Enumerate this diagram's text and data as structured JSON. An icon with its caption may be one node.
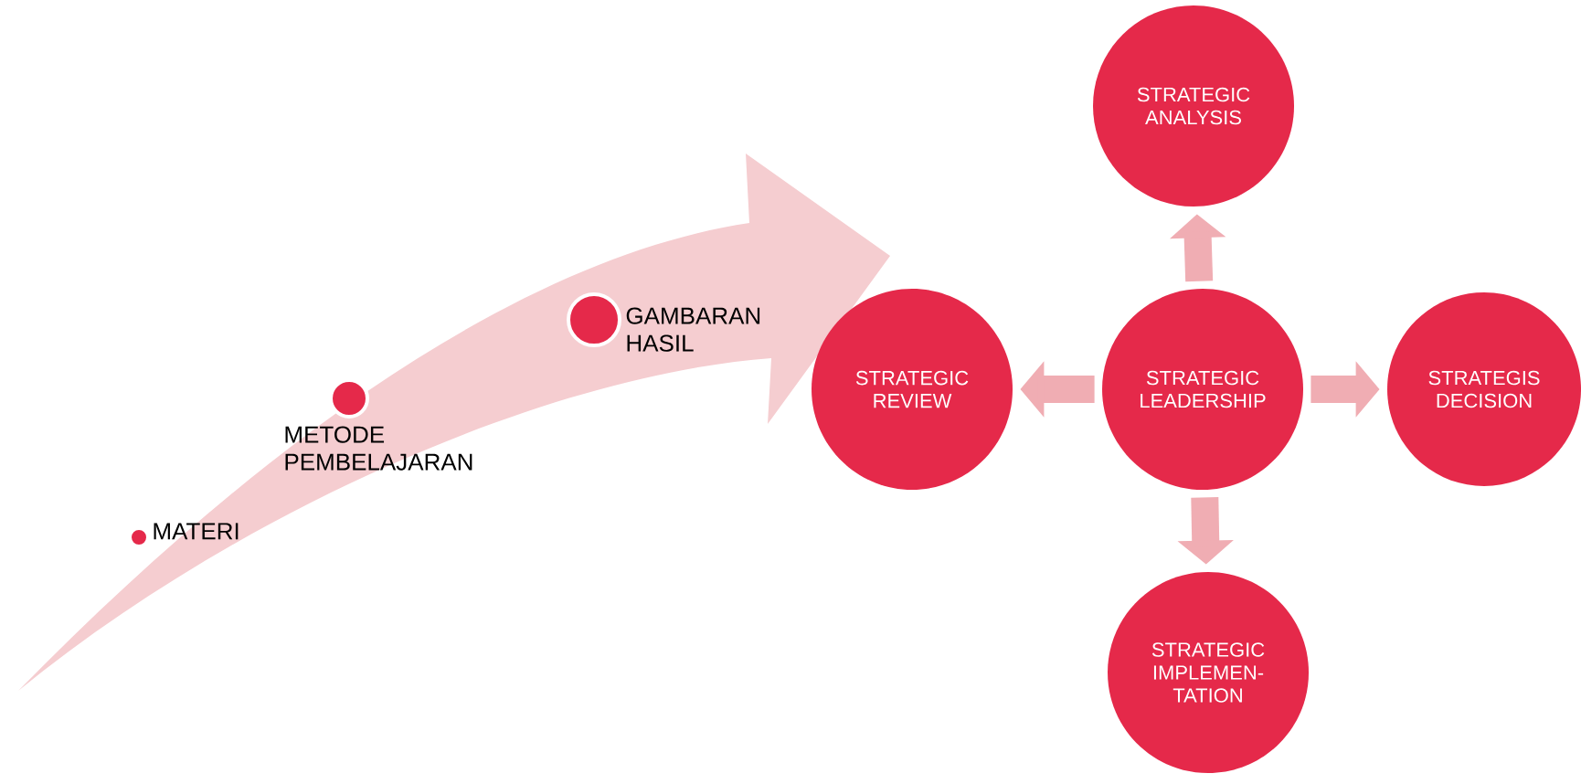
{
  "diagram": {
    "nodes": [
      {
        "text": [],
        "shape": "circle",
        "beside": [
          "MATERI"
        ]
      },
      {
        "text": [],
        "shape": "circle",
        "beside": [
          "METODE PEMBELAJARAN"
        ]
      },
      {
        "text": [],
        "shape": "circle",
        "beside": [
          "GAMBARAN HASIL"
        ]
      },
      {
        "text": [
          "STRATEGIC ANALYSIS"
        ]
      },
      {
        "text": [
          "STRATEGIC REVIEW"
        ]
      },
      {
        "text": [
          "STRATEGIC LEADERSHIP"
        ]
      },
      {
        "text": [
          "STRATEGIS DECISION"
        ]
      },
      {
        "text": [
          "STRATEGIC IMPLEMEN- TATION"
        ]
      }
    ],
    "edges": [
      {
        "from": 5,
        "to": 3,
        "arrow": "to"
      },
      {
        "from": 5,
        "to": 4,
        "arrow": "to"
      },
      {
        "from": 5,
        "to": 6,
        "arrow": "to"
      },
      {
        "from": 5,
        "to": 7,
        "arrow": "to"
      }
    ]
  }
}
